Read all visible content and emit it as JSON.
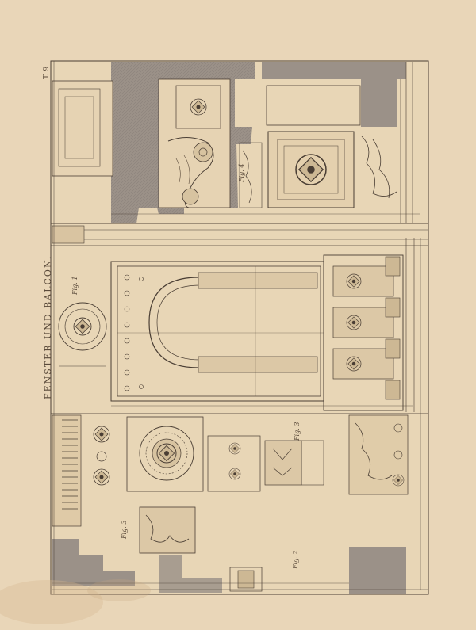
{
  "plate": {
    "title": "FENSTER UND BALCON.",
    "plate_number": "T. 9",
    "figures": {
      "fig1": "Fig. 1",
      "fig2": "Fig. 2",
      "fig3": "Fig. 3",
      "fig3b": "Fig. 3",
      "fig4": "Fig. 4"
    }
  },
  "colors": {
    "paper": "#e9d6b8",
    "ink": "#4a3e34",
    "shade": "#8d8580",
    "stain": "#d6b690"
  },
  "icons": [
    "rosette-icon"
  ]
}
